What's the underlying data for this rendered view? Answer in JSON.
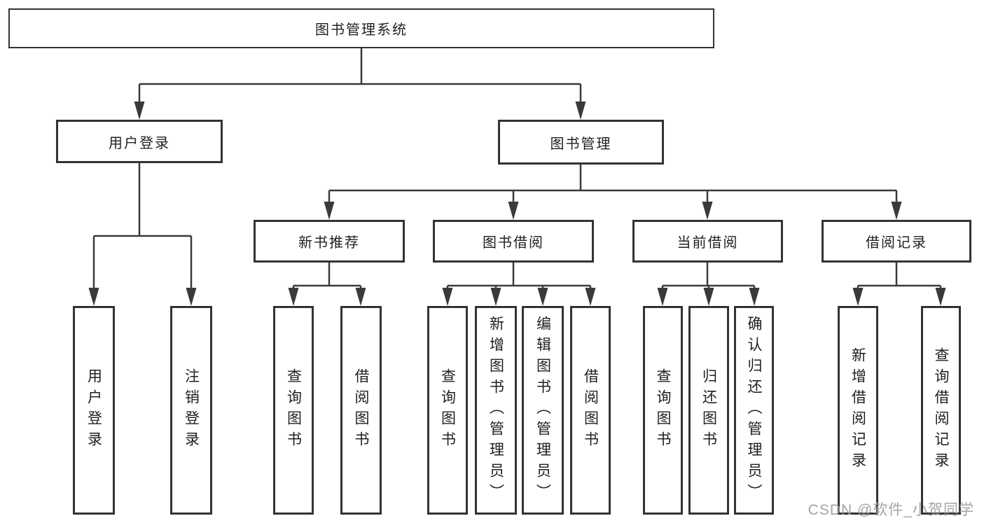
{
  "diagram": {
    "root": "图书管理系统",
    "branches": {
      "user_login": "用户登录",
      "book_management": "图书管理"
    },
    "modules": {
      "new_book_recommend": "新书推荐",
      "book_borrow": "图书借阅",
      "current_borrow": "当前借阅",
      "borrow_record": "借阅记录"
    },
    "leaves": {
      "user_login_login": "用户登录",
      "user_login_logout": "注销登录",
      "nbr_query_book": "查询图书",
      "nbr_borrow_book": "借阅图书",
      "bb_query_book": "查询图书",
      "bb_add_book": "新增图书（管理员）",
      "bb_edit_book": "编辑图书（管理员）",
      "bb_borrow_book": "借阅图书",
      "cb_query_book": "查询图书",
      "cb_return_book": "归还图书",
      "cb_confirm_return": "确认归还（管理员）",
      "br_add_record": "新增借阅记录",
      "br_query_record": "查询借阅记录"
    }
  },
  "watermark": "CSDN @软件_小贺同学",
  "colors": {
    "line": "#3a3a3a",
    "box_border": "#333333",
    "text": "#1f1f1f",
    "watermark": "#9c9c9c",
    "background": "#ffffff"
  }
}
